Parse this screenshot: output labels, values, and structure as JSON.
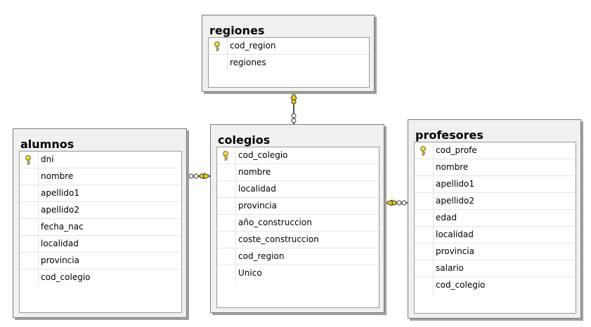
{
  "tables": {
    "regiones": {
      "title": "regiones",
      "columns": [
        {
          "name": "cod_region",
          "key": true
        },
        {
          "name": "regiones",
          "key": false
        }
      ]
    },
    "alumnos": {
      "title": "alumnos",
      "columns": [
        {
          "name": "dni",
          "key": true
        },
        {
          "name": "nombre",
          "key": false
        },
        {
          "name": "apellido1",
          "key": false
        },
        {
          "name": "apellido2",
          "key": false
        },
        {
          "name": "fecha_nac",
          "key": false
        },
        {
          "name": "localidad",
          "key": false
        },
        {
          "name": "provincia",
          "key": false
        },
        {
          "name": "cod_colegio",
          "key": false
        }
      ]
    },
    "colegios": {
      "title": "colegios",
      "columns": [
        {
          "name": "cod_colegio",
          "key": true
        },
        {
          "name": "nombre",
          "key": false
        },
        {
          "name": "localidad",
          "key": false
        },
        {
          "name": "provincia",
          "key": false
        },
        {
          "name": "año_construccion",
          "key": false
        },
        {
          "name": "coste_construccion",
          "key": false
        },
        {
          "name": "cod_region",
          "key": false
        },
        {
          "name": "Unico",
          "key": false
        }
      ]
    },
    "profesores": {
      "title": "profesores",
      "columns": [
        {
          "name": "cod_profe",
          "key": true
        },
        {
          "name": "nombre",
          "key": false
        },
        {
          "name": "apellido1",
          "key": false
        },
        {
          "name": "apellido2",
          "key": false
        },
        {
          "name": "edad",
          "key": false
        },
        {
          "name": "localidad",
          "key": false
        },
        {
          "name": "provincia",
          "key": false
        },
        {
          "name": "salario",
          "key": false
        },
        {
          "name": "cod_colegio",
          "key": false
        }
      ]
    }
  },
  "relationships": [
    {
      "from": "colegios",
      "to": "regiones",
      "type": "many-to-one"
    },
    {
      "from": "alumnos",
      "to": "colegios",
      "type": "many-to-one"
    },
    {
      "from": "profesores",
      "to": "colegios",
      "type": "many-to-one"
    }
  ],
  "colors": {
    "key_icon": "#f0d000",
    "line": "#555555"
  }
}
